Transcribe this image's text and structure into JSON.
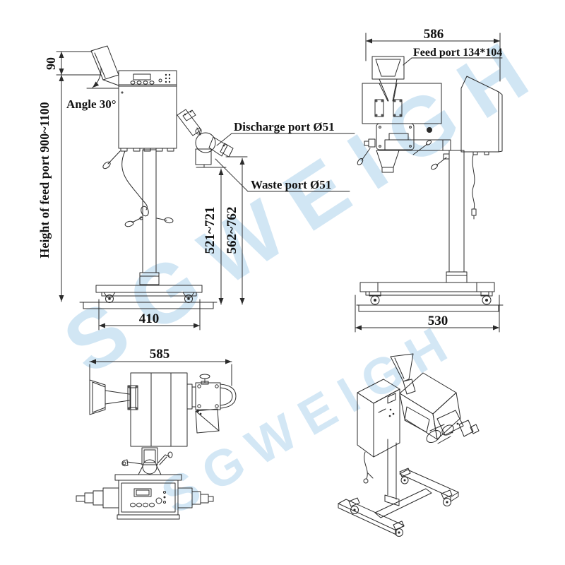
{
  "title": "Metal detector machine dimension drawing",
  "watermark": {
    "text": "SGWEIGH",
    "color": "#c9e2f3"
  },
  "colors": {
    "line": "#2b2b2b",
    "text": "#111111",
    "background": "#ffffff"
  },
  "side_view": {
    "dim_feed_mouth": "90",
    "height_label": "Height of feed port 900~1100",
    "angle_label": "Angle 30°",
    "discharge_label": "Discharge port Ø51",
    "waste_label": "Waste port Ø51",
    "dim_waste_height": "521~721",
    "dim_discharge_height": "562~762",
    "dim_base_width": "410"
  },
  "front_view": {
    "dim_overall_width": "586",
    "feed_port_label": "Feed port 134*104",
    "dim_base_width": "530"
  },
  "plan_view": {
    "dim_overall_width": "585"
  }
}
